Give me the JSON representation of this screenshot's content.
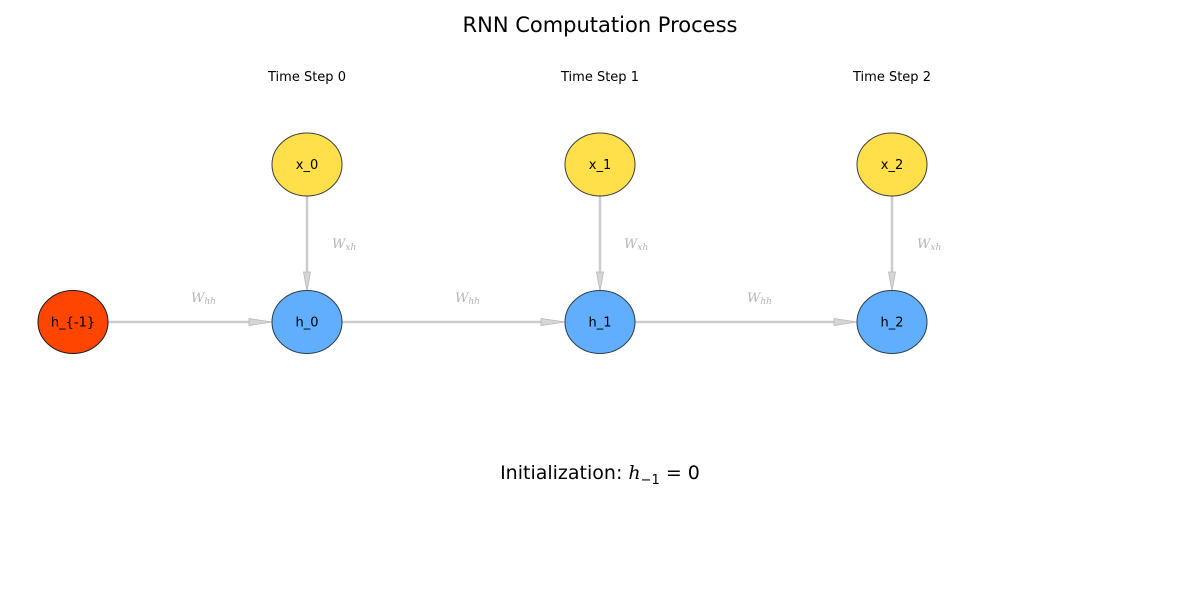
{
  "title": "RNN Computation Process",
  "time_steps": [
    {
      "label": "Time Step 0",
      "input": "x_0",
      "hidden": "h_0"
    },
    {
      "label": "Time Step 1",
      "input": "x_1",
      "hidden": "h_1"
    },
    {
      "label": "Time Step 2",
      "input": "x_2",
      "hidden": "h_2"
    }
  ],
  "initial_state": {
    "label": "h_{-1}"
  },
  "weights": {
    "input_to_hidden": {
      "base": "W",
      "sub": "xh"
    },
    "hidden_to_hidden": {
      "base": "W",
      "sub": "hh"
    }
  },
  "initialization": {
    "prefix": "Initialization: ",
    "var": "h",
    "sub": "−1",
    "rest": " = 0"
  },
  "colors": {
    "input_node": "#FFE04B",
    "hidden_node": "#61AEFF",
    "initial_node": "#FF4500",
    "arrow": "#CCCCCC",
    "weight_label": "#B5B5B5"
  }
}
